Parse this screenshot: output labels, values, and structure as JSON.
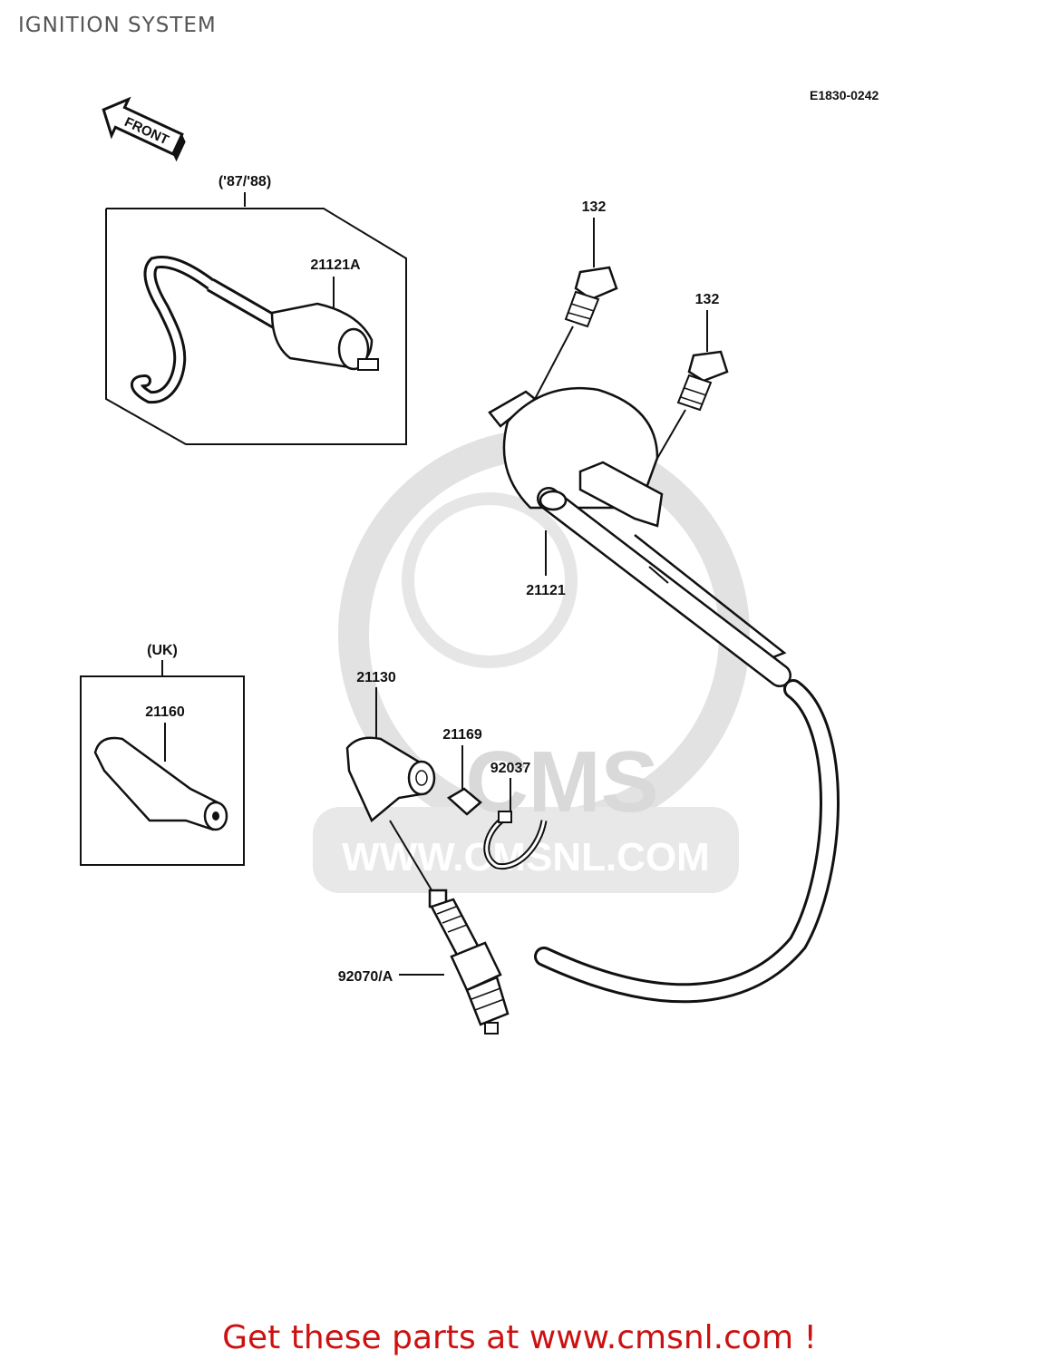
{
  "title": "IGNITION SYSTEM",
  "diagram_code": "E1830-0242",
  "front_label": "FRONT",
  "variants": {
    "year_box": "('87/'88)",
    "uk_box": "(UK)"
  },
  "parts": {
    "coil_alt": "21121A",
    "bolt_1": "132",
    "bolt_2": "132",
    "coil": "21121",
    "cap": "21130",
    "cap_uk": "21160",
    "clamp": "21169",
    "band": "92037",
    "plug": "92070/A"
  },
  "watermark": {
    "brand": "CMS",
    "url": "WWW.CMSNL.COM"
  },
  "promo_text": "Get these parts at www.cmsnl.com !",
  "colors": {
    "line": "#111111",
    "watermark": "#d9d9d9",
    "promo": "#cc1111"
  }
}
